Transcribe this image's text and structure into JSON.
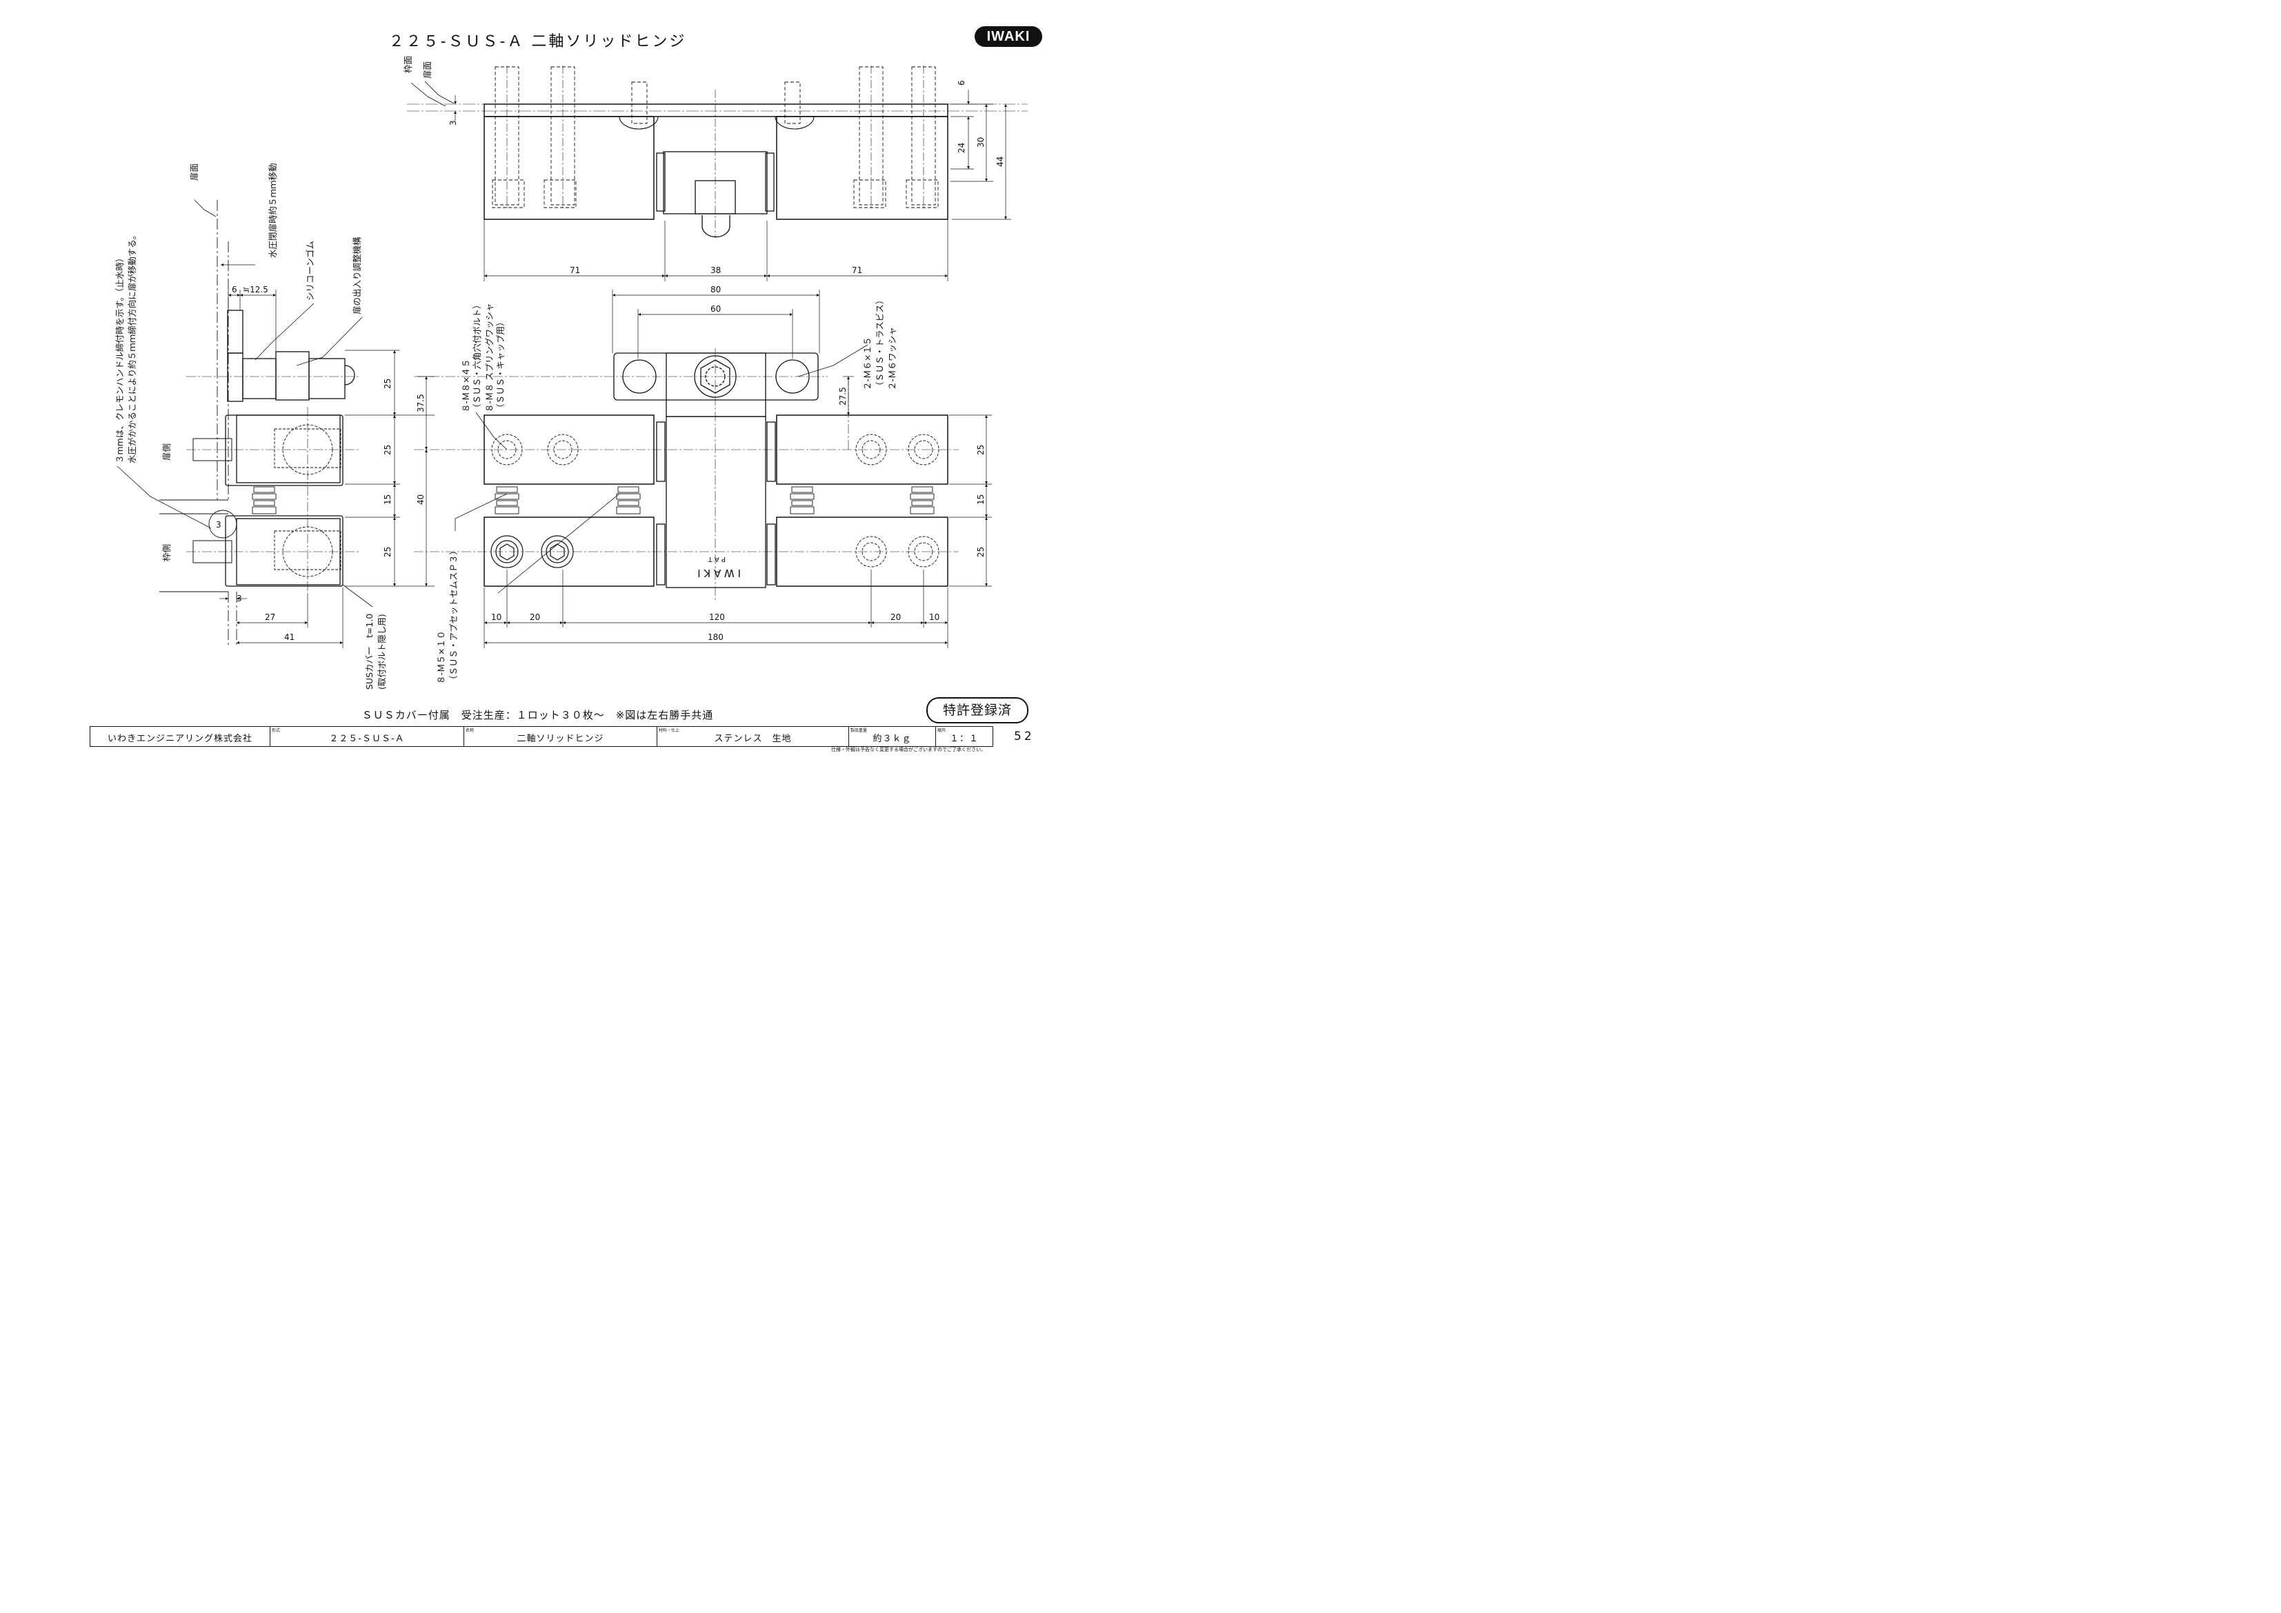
{
  "header": {
    "title": "２２５-ＳＵＳ-Ａ 二軸ソリッドヒンジ",
    "brand": "IWAKI"
  },
  "note": "ＳＵＳカバー付属　受注生産：１ロット３０枚～　※図は左右勝手共通",
  "patent_badge": "特許登録済",
  "page_number": "52",
  "disclaimer": "仕様・外観は予告なく変更する場合がございますのでご了承ください。",
  "title_block": {
    "company": "いわきエンジニアリング株式会社",
    "model_label": "形式",
    "model": "２２５-ＳＵＳ-Ａ",
    "name_label": "名称",
    "name": "二軸ソリッドヒンジ",
    "material_label": "材料・仕上",
    "material": "ステンレス　生地",
    "weight_label": "製品重量",
    "weight": "約３ｋｇ",
    "scale_label": "縮尺",
    "scale": "１：１"
  },
  "top_view": {
    "frame_face": "枠面",
    "door_face": "扉面",
    "dims": {
      "d6": "6",
      "d3": "3",
      "d24": "24",
      "d30": "30",
      "d44": "44",
      "d71a": "71",
      "d38": "38",
      "d71b": "71"
    }
  },
  "side_view": {
    "door_face": "扉面",
    "move_note": "水圧閉扉時約５ｍｍ移動",
    "note_line1": "３mmは、クレモンハンドル締付時を示す。（止水時）",
    "note_line2": "水圧がかかることにより約５ｍｍ締付方向に扉が移動する。",
    "rubber": "シリコーンゴム",
    "adjust": "扉の出入り調整機構",
    "door_side": "扉側",
    "frame_side": "枠側",
    "circle_3": "3",
    "cover_line1": "SUSカバー　t=1.0",
    "cover_line2": "(取付ボルト隠し用)",
    "dims": {
      "d6": "6",
      "d12_5": "≒12.5",
      "d3": "3",
      "d27": "27",
      "d41": "41",
      "v25a": "25",
      "v25b": "25",
      "v15": "15",
      "v25c": "25",
      "v37_5": "37.5",
      "v40": "40"
    }
  },
  "front_view": {
    "bolt_line1": "８-Ｍ８×４５",
    "bolt_line2": "（ＳＵＳ・六角穴付ボルト）",
    "bolt_line3": "８-Ｍ８ スプリングワッシャ",
    "bolt_line4": "（ＳＵＳ・キャップ用）",
    "screw_line1": "２-Ｍ６×１５",
    "screw_line2": "（ＳＵＳ・トラスビス）",
    "screw_line3": "２-Ｍ６ワッシャ",
    "set_line1": "８-Ｍ５×１０",
    "set_line2": "（ＳＵＳ・アプセットセムスＰ３）",
    "engraving_main": "I W A K I",
    "engraving_sub": "P A T",
    "dims": {
      "d80": "80",
      "d60": "60",
      "d27_5": "27.5",
      "v25a": "25",
      "v15": "15",
      "v25b": "25",
      "d10a": "10",
      "d20a": "20",
      "d120": "120",
      "d20b": "20",
      "d10b": "10",
      "d180": "180"
    }
  }
}
